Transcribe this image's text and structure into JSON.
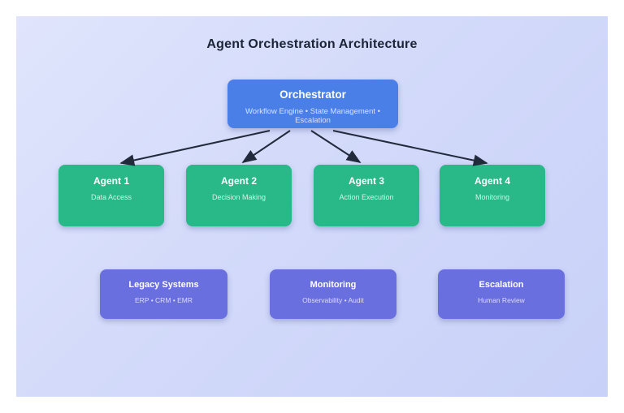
{
  "diagram": {
    "title": "Agent Orchestration Architecture",
    "orchestrator": {
      "title": "Orchestrator",
      "subtitle": "Workflow Engine • State Management • Escalation"
    },
    "agents": [
      {
        "title": "Agent 1",
        "subtitle": "Data Access"
      },
      {
        "title": "Agent 2",
        "subtitle": "Decision Making"
      },
      {
        "title": "Agent 3",
        "subtitle": "Action Execution"
      },
      {
        "title": "Agent 4",
        "subtitle": "Monitoring"
      }
    ],
    "systems": [
      {
        "title": "Legacy Systems",
        "subtitle": "ERP • CRM • EMR"
      },
      {
        "title": "Monitoring",
        "subtitle": "Observability • Audit"
      },
      {
        "title": "Escalation",
        "subtitle": "Human Review"
      }
    ],
    "colors": {
      "orchestrator_fill": "#4a7fe8",
      "agent_fill": "#29b888",
      "system_fill": "#6a6fe0",
      "arrow": "#212b3c",
      "background_gradient_start": "#e0e5fc",
      "background_gradient_end": "#c8d1f8",
      "title_text": "#1b2336"
    }
  }
}
